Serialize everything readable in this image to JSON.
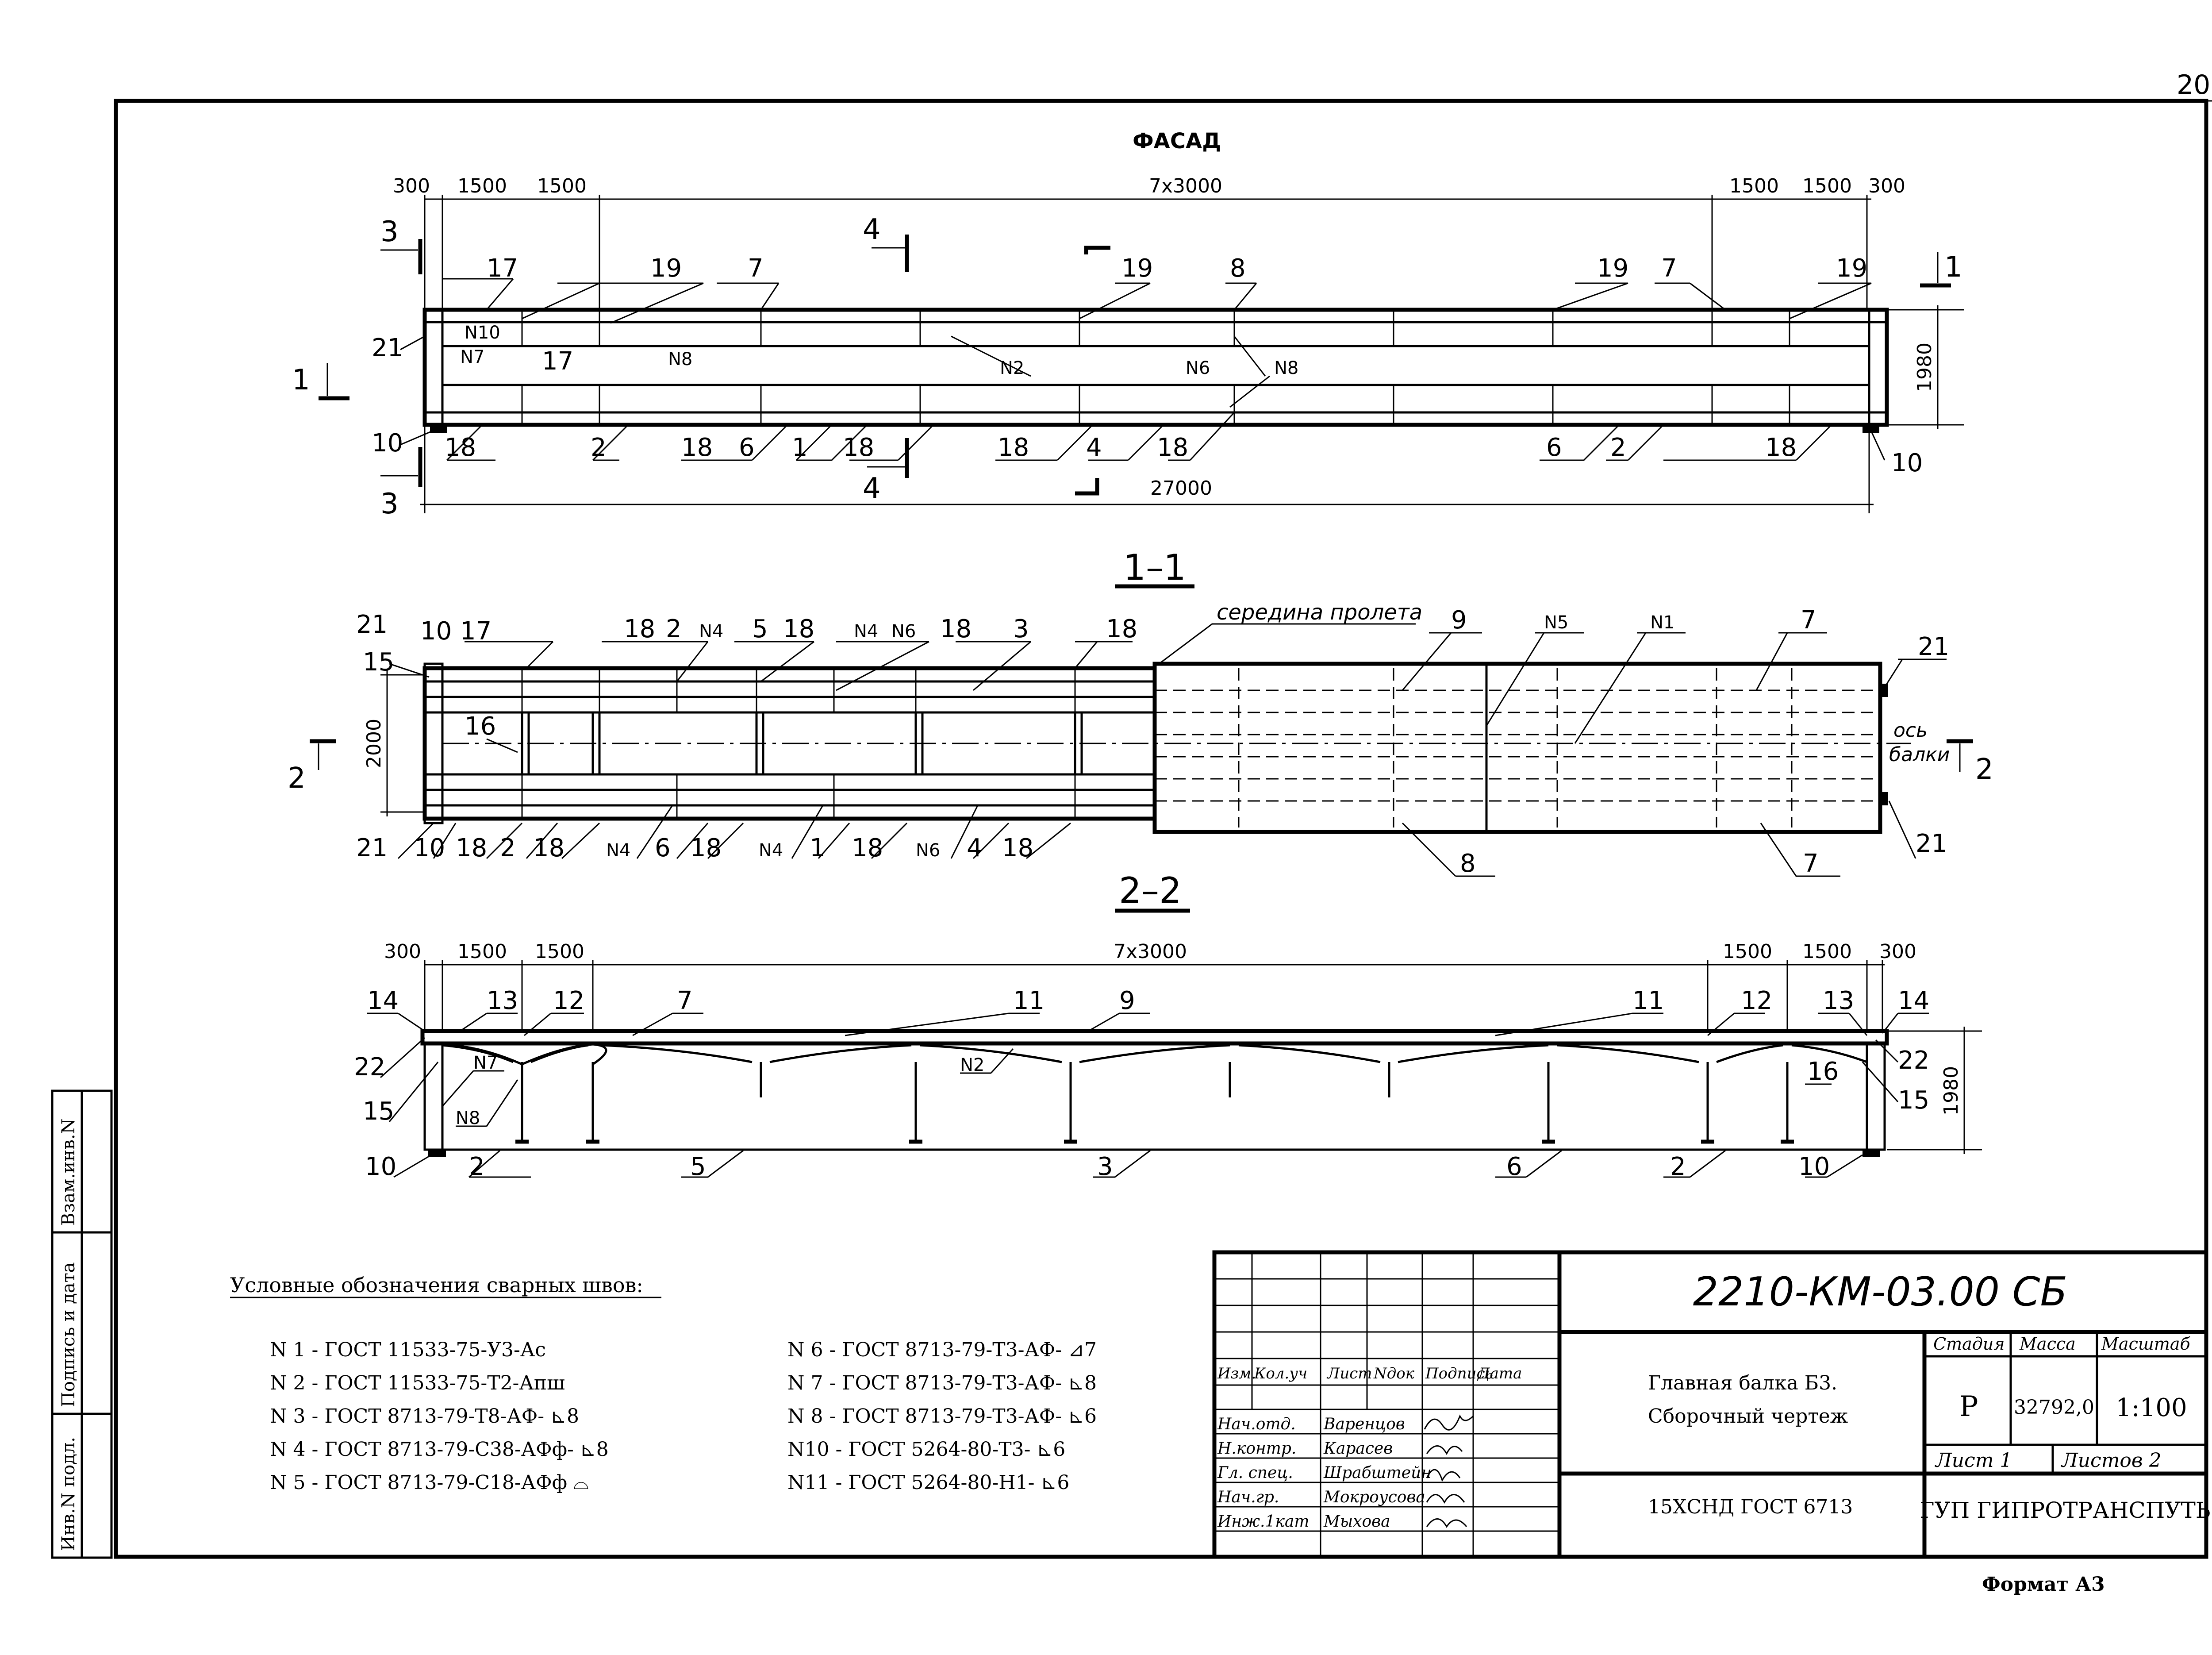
{
  "sheet": {
    "page_number": "20",
    "format": "Формат А3",
    "side_stamp": [
      "Инв.N подл.",
      "Подпись и дата",
      "Взам.инв.N"
    ]
  },
  "facade": {
    "title": "ФАСАД",
    "dims_top": [
      "300",
      "1500",
      "1500",
      "7x3000",
      "1500",
      "1500",
      "300"
    ],
    "height": "1980",
    "length": "27000",
    "section_marks": [
      "1",
      "1",
      "3",
      "3",
      "4",
      "4"
    ],
    "labels_top": [
      "17",
      "19",
      "7",
      "19",
      "8",
      "19",
      "7",
      "19"
    ],
    "labels_bottom": [
      "18",
      "2",
      "18",
      "6",
      "1",
      "18",
      "18",
      "4",
      "18",
      "6",
      "2",
      "18",
      "10"
    ],
    "labels_left": [
      "21",
      "10"
    ],
    "weld_marks": [
      "N10",
      "N7",
      "17",
      "N8",
      "N2",
      "N6",
      "N8"
    ]
  },
  "section_1_1": {
    "title": "1–1",
    "note": "середина пролета",
    "axis_note": [
      "ось",
      "балки"
    ],
    "height": "2000",
    "section_marks": [
      "2",
      "2"
    ],
    "labels_top": [
      "21",
      "10",
      "17",
      "18",
      "2",
      "N4",
      "5",
      "18",
      "N4",
      "N6",
      "18",
      "3",
      "18",
      "9",
      "N5",
      "N1",
      "7",
      "21"
    ],
    "labels_bottom": [
      "21",
      "10",
      "18",
      "2",
      "18",
      "N4",
      "6",
      "18",
      "N4",
      "1",
      "18",
      "N6",
      "4",
      "18",
      "8",
      "7",
      "21"
    ],
    "labels_left": [
      "15",
      "16"
    ]
  },
  "section_2_2": {
    "title": "2–2",
    "dims_top": [
      "300",
      "1500",
      "1500",
      "7x3000",
      "1500",
      "1500",
      "300"
    ],
    "height": "1980",
    "labels_top": [
      "14",
      "13",
      "12",
      "7",
      "11",
      "9",
      "11",
      "12",
      "13",
      "14"
    ],
    "labels_left": [
      "22",
      "15",
      "N7",
      "N8"
    ],
    "labels_right": [
      "22",
      "15",
      "16"
    ],
    "label_n2": "N2",
    "labels_bottom": [
      "10",
      "2",
      "5",
      "3",
      "6",
      "2",
      "10"
    ]
  },
  "weld_legend": {
    "title": "Условные обозначения сварных швов:",
    "left": [
      "N 1 - ГОСТ 11533-75-У3-Ас",
      "N 2 - ГОСТ 11533-75-Т2-Апш",
      "N 3 - ГОСТ 8713-79-Т8-АФ- ⊾8",
      "N 4 - ГОСТ 8713-79-С38-АФф- ⊾8",
      "N 5 - ГОСТ 8713-79-С18-АФф ⌓"
    ],
    "right": [
      "N 6 - ГОСТ 8713-79-Т3-АФ- ⊿7",
      "N 7 - ГОСТ 8713-79-Т3-АФ- ⊾8",
      "N 8 - ГОСТ 8713-79-Т3-АФ- ⊾6",
      "N10 - ГОСТ 5264-80-Т3- ⊾6",
      "N11 - ГОСТ 5264-80-Н1- ⊾6"
    ]
  },
  "title_block": {
    "code": "2210-КМ-03.00 СБ",
    "col_headers": [
      "Изм.",
      "Кол.уч",
      "Лист",
      "Nдок",
      "Подпись",
      "Дата"
    ],
    "roles": [
      "Нач.отд.",
      "Н.контр.",
      "Гл. спец.",
      "Нач.гр.",
      "Инж.1кат"
    ],
    "names": [
      "Варенцов",
      "Карасев",
      "Шрабштейн",
      "Мокроусова",
      "Мыхова"
    ],
    "title_line1": "Главная балка Б3.",
    "title_line2": "Сборочный чертеж",
    "material": "15ХСНД ГОСТ 6713",
    "stage_label": "Стадия",
    "mass_label": "Масса",
    "scale_label": "Масштаб",
    "stage": "Р",
    "mass": "32792,0",
    "scale": "1:100",
    "sheet_label": "Лист 1",
    "sheets_label": "Листов 2",
    "organization": "ГУП ГИПРОТРАНСПУТЬ"
  }
}
